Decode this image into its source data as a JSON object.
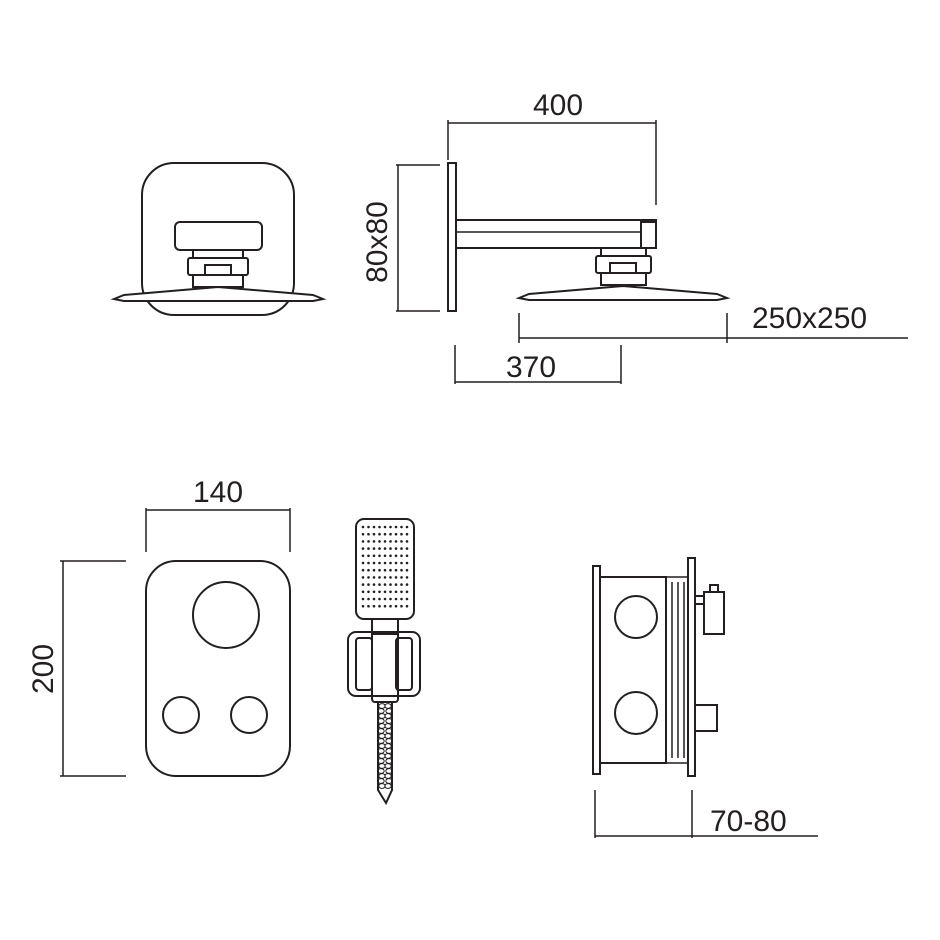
{
  "dimensions": {
    "arm_length": "400",
    "wall_plate": "80x80",
    "head_size": "250x250",
    "arm_projection": "370",
    "plate_width": "140",
    "plate_height": "200",
    "wall_depth": "70-80"
  },
  "icons": {
    "shower_head_front": "shower-head-front-view-icon",
    "shower_head_side": "shower-head-side-view-icon",
    "control_plate": "control-plate-front-view-icon",
    "hand_shower": "hand-shower-icon",
    "valve_box": "concealed-valve-box-side-view-icon"
  },
  "colors": {
    "line": "#231f20",
    "background": "#ffffff"
  }
}
